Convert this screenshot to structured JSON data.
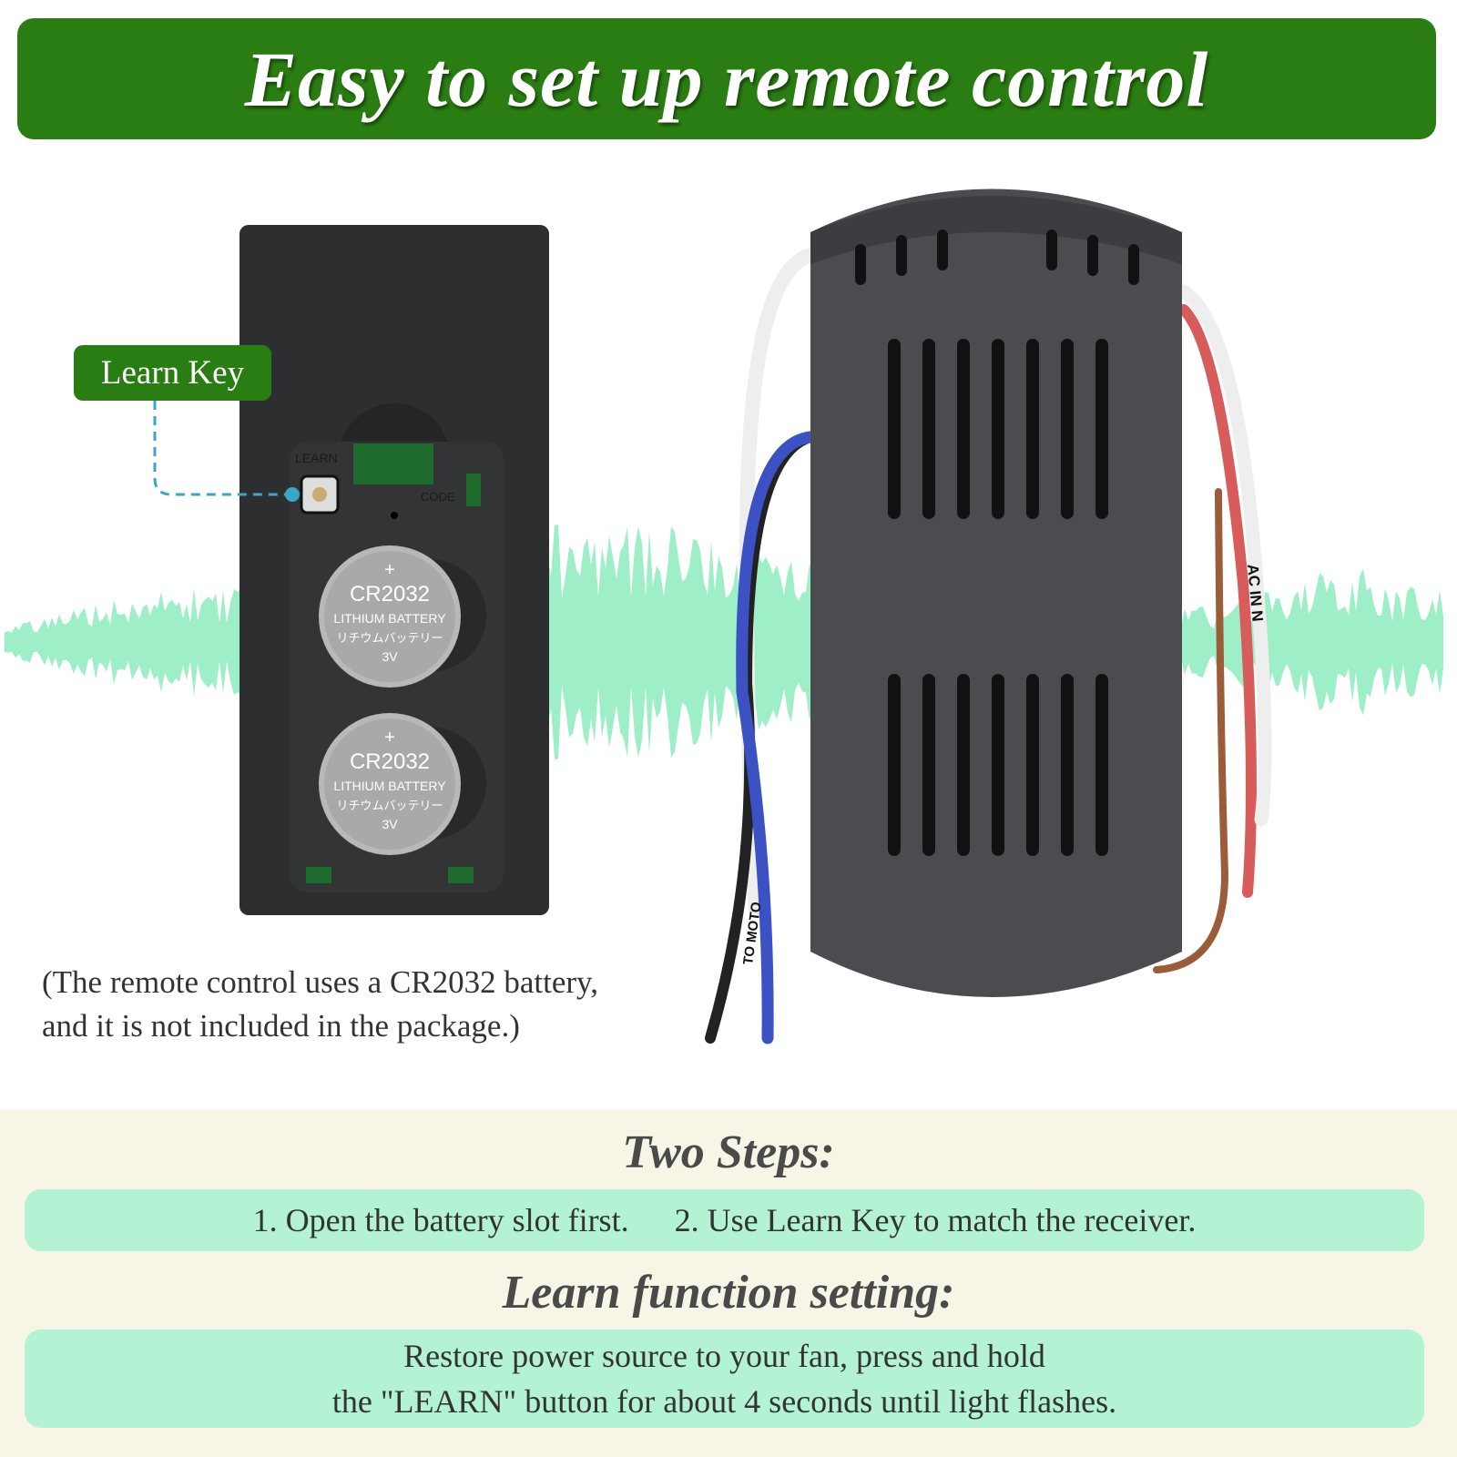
{
  "header": {
    "title": "Easy to set up remote control"
  },
  "remote": {
    "learn_key_label": "Learn Key",
    "pcb_labels": {
      "learn": "LEARN",
      "code": "CODE"
    },
    "batteries": [
      {
        "model": "CR2032",
        "line1": "LITHIUM BATTERY",
        "line2": "リチウムバッテリー",
        "voltage": "3V",
        "polarity": "+"
      },
      {
        "model": "CR2032",
        "line1": "LITHIUM BATTERY",
        "line2": "リチウムバッテリー",
        "voltage": "3V",
        "polarity": "+"
      }
    ],
    "battery_note_line1": "(The remote control uses a CR2032 battery,",
    "battery_note_line2": "and it is not included in the package.)"
  },
  "receiver": {
    "wire_labels": {
      "ac_in_n": "AC IN N",
      "to_motor": "TO MOTO"
    }
  },
  "colors": {
    "header_green": "#2a7d12",
    "wave_mint": "#9eefc8",
    "box_mint": "#b3f2d2",
    "bottom_bg": "#f6f5e6",
    "device_gray": "#4a4c50"
  },
  "instructions": {
    "two_steps_title": "Two Steps:",
    "step1": "1. Open the battery slot first.",
    "step2": "2. Use Learn Key to match the receiver.",
    "learn_title": "Learn function setting:",
    "learn_line1": "Restore power source to your fan, press and hold",
    "learn_line2": "the \"LEARN\" button for about 4 seconds until light flashes."
  }
}
